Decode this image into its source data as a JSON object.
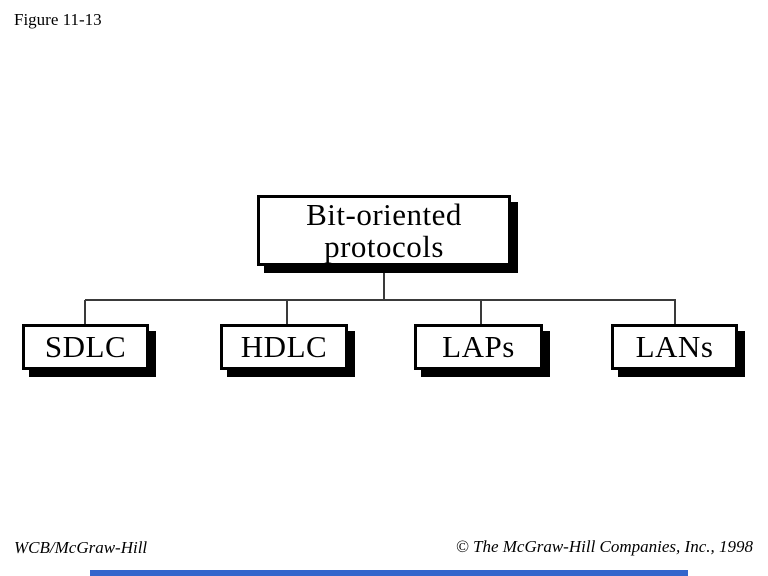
{
  "figure_label": "Figure 11-13",
  "tree": {
    "root": {
      "line1": "Bit-oriented",
      "line2": "protocols"
    },
    "children": [
      {
        "label": "SDLC"
      },
      {
        "label": "HDLC"
      },
      {
        "label": "LAPs"
      },
      {
        "label": "LANs"
      }
    ]
  },
  "footer": {
    "left": "WCB/McGraw-Hill",
    "right": "© The McGraw-Hill Companies, Inc., 1998"
  },
  "colors": {
    "background": "#ffffff",
    "text": "#000000",
    "box_border": "#000000",
    "box_shadow": "#000000",
    "connector": "#3a3a3a",
    "progress_bar": "#3366cc"
  }
}
